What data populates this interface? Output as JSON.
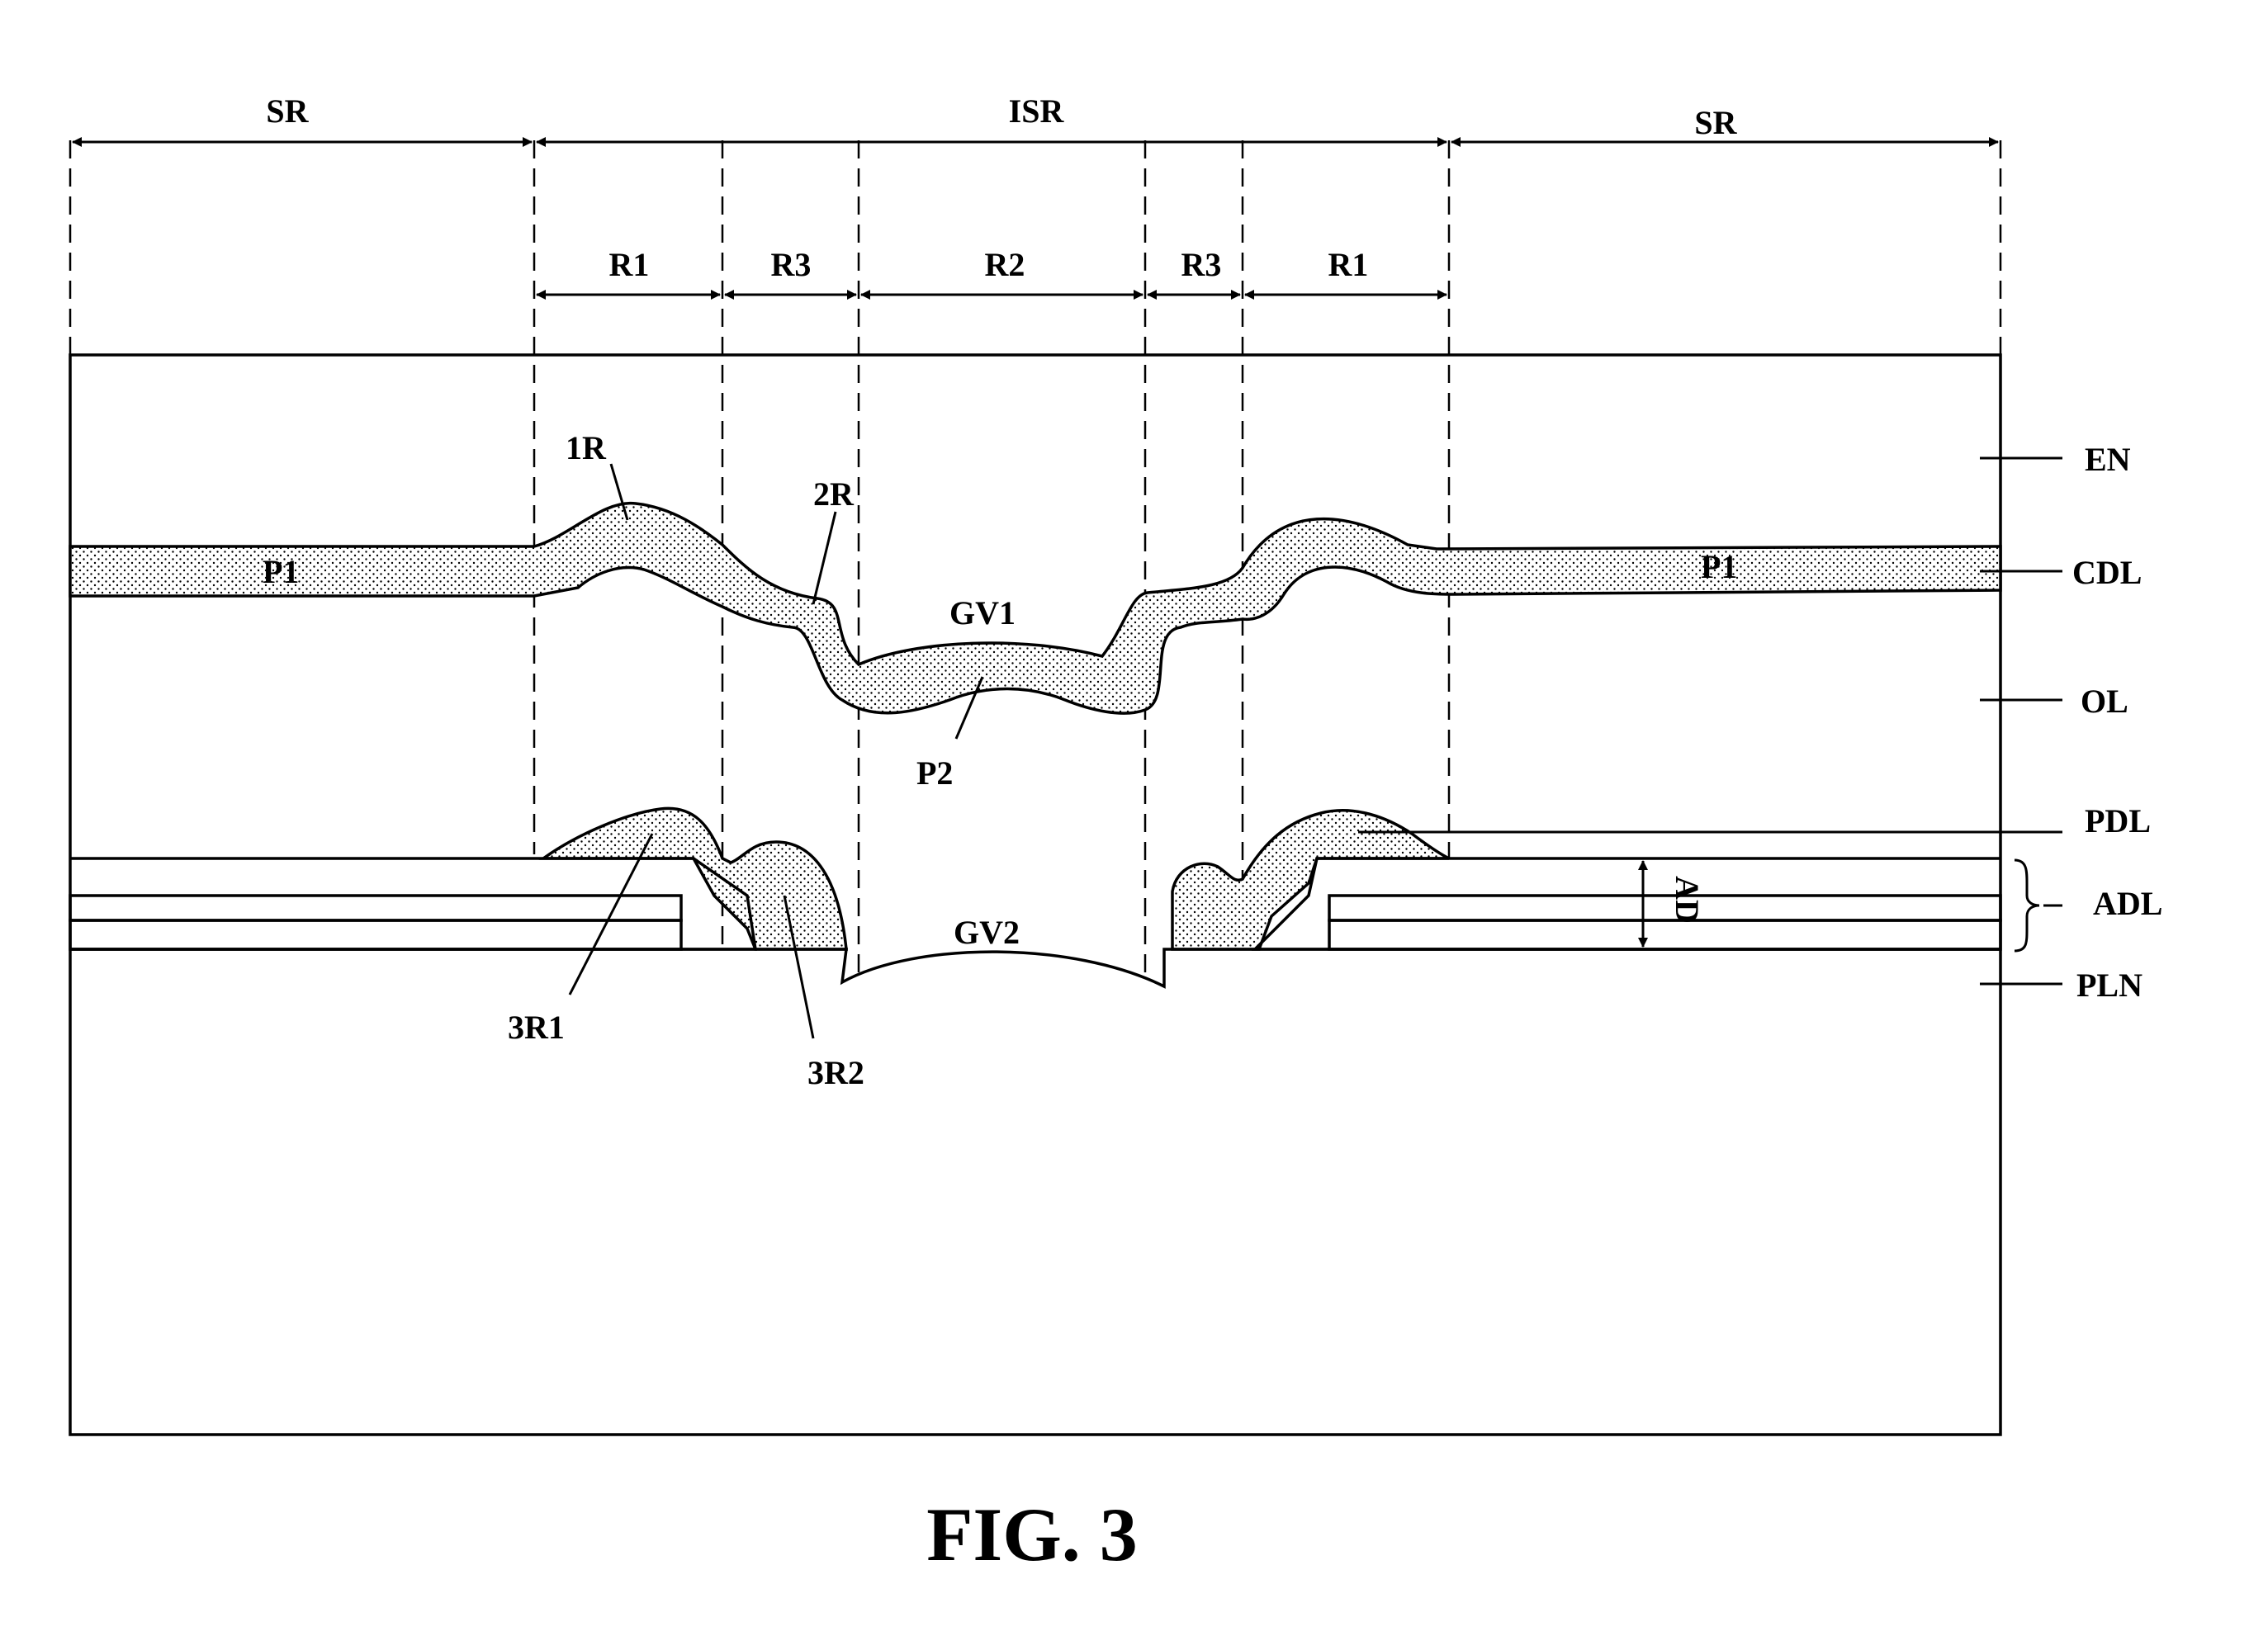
{
  "figure_caption": "FIG. 3",
  "regions_top": {
    "left": "SR",
    "center": "ISR",
    "right": "SR"
  },
  "regions_sub": [
    "R1",
    "R3",
    "R2",
    "R3",
    "R1"
  ],
  "layers": {
    "en": "EN",
    "cdl": "CDL",
    "ol": "OL",
    "pdl": "PDL",
    "adl": "ADL",
    "pln": "PLN"
  },
  "parts": {
    "p1_left": "P1",
    "p1_right": "P1",
    "p2": "P2",
    "first_ridge": "1R",
    "second_ridge": "2R",
    "groove_1": "GV1",
    "groove_2": "GV2",
    "third_ridge_1": "3R1",
    "third_ridge_2": "3R2",
    "adl_depth": "AD"
  }
}
